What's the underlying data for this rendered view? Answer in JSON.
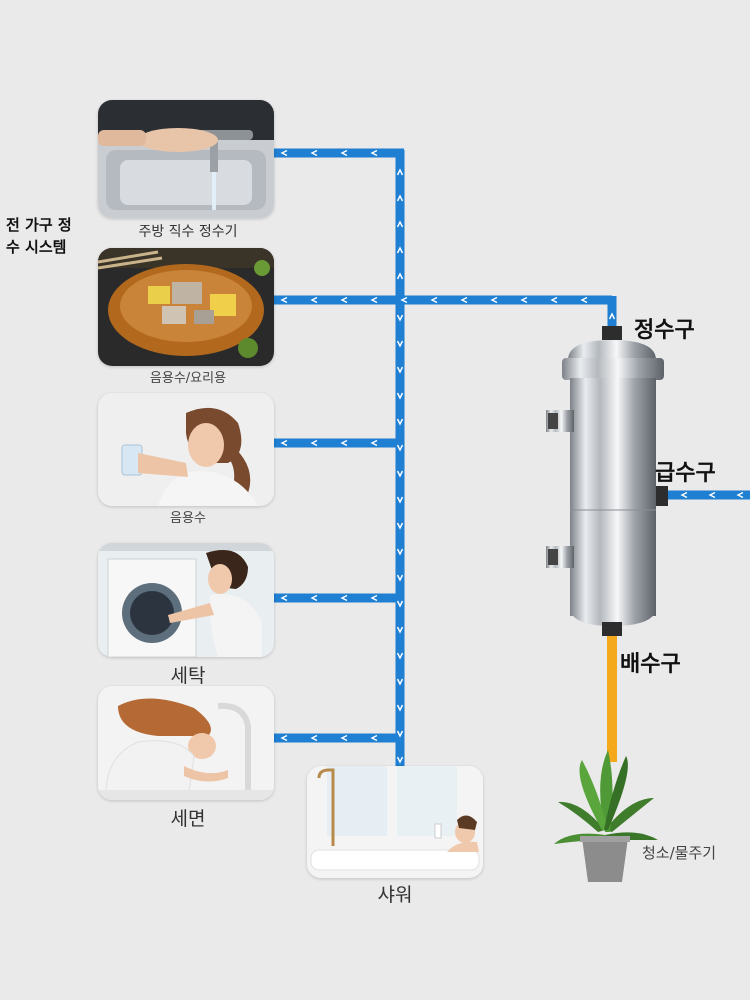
{
  "heading": "전 가구 정\n수 시스템",
  "uses": {
    "kitchen": "주방 직수 정수기",
    "cooking": "음용수/요리용",
    "drinking": "음용수",
    "laundry": "세탁",
    "face": "세면",
    "shower": "샤워"
  },
  "filter": {
    "outlet": "정수구",
    "inlet": "급수구",
    "drain": "배수구"
  },
  "plant": "청소/물주기",
  "colors": {
    "clean_pipe": "#1f7fd2",
    "drain_pipe": "#f4a81c",
    "flow_arrow": "#ffffff"
  }
}
